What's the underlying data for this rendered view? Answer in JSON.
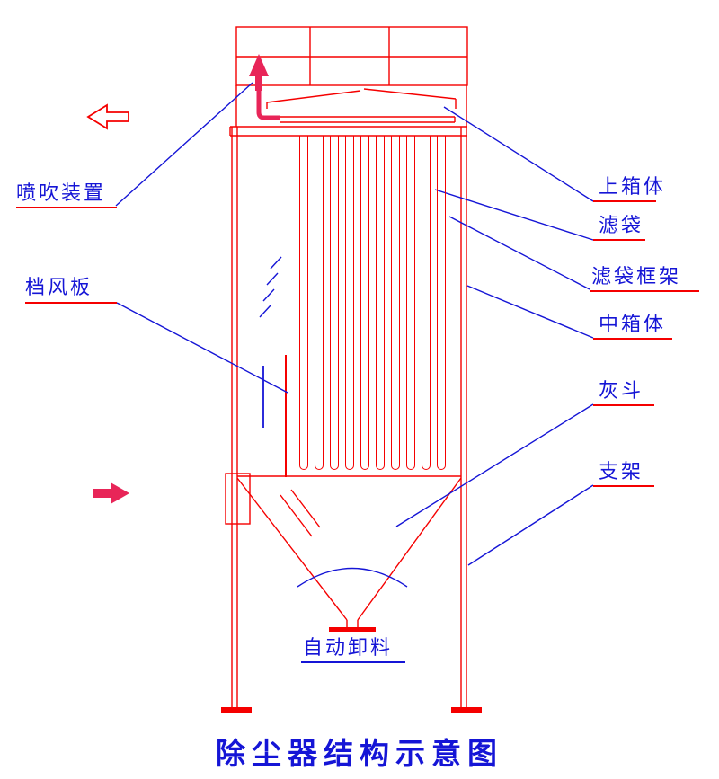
{
  "title": "除尘器结构示意图",
  "colors": {
    "structure_red": "#f50000",
    "annotation_blue": "#1515d6",
    "pipe_magenta": "#e82558",
    "background": "#ffffff"
  },
  "labels": {
    "blowing_device": "喷吹装置",
    "baffle_plate": "档风板",
    "upper_box": "上箱体",
    "filter_bag": "滤袋",
    "filter_bag_cage": "滤袋框架",
    "middle_box": "中箱体",
    "ash_hopper": "灰斗",
    "support_frame": "支架",
    "auto_discharge": "自动卸料"
  }
}
